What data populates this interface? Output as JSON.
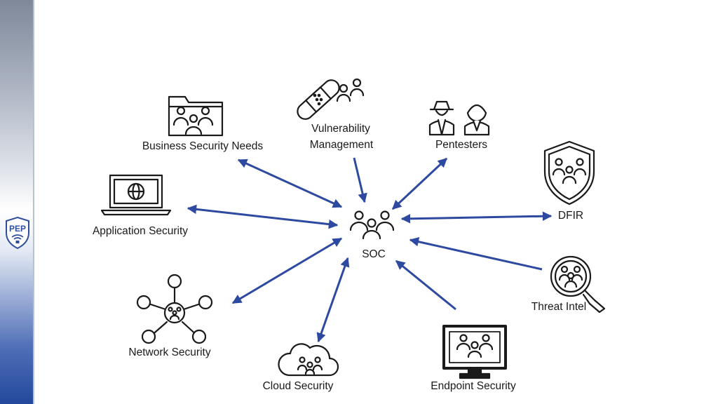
{
  "logo": {
    "text": "PEP"
  },
  "center": {
    "label": "SOC"
  },
  "nodes": [
    {
      "id": "business",
      "label": "Business Security Needs",
      "icon": "folder-people-icon"
    },
    {
      "id": "vuln",
      "label_line1": "Vulnerability",
      "label_line2": "Management",
      "icon": "bandage-people-icon"
    },
    {
      "id": "pentest",
      "label": "Pentesters",
      "icon": "spy-agents-icon"
    },
    {
      "id": "dfir",
      "label": "DFIR",
      "icon": "shield-people-icon"
    },
    {
      "id": "appsec",
      "label": "Application Security",
      "icon": "laptop-globe-icon"
    },
    {
      "id": "threat",
      "label": "Threat Intel",
      "icon": "magnifier-people-icon"
    },
    {
      "id": "network",
      "label": "Network Security",
      "icon": "network-hub-icon"
    },
    {
      "id": "cloud",
      "label": "Cloud Security",
      "icon": "cloud-people-icon"
    },
    {
      "id": "endpoint",
      "label": "Endpoint Security",
      "icon": "monitor-people-icon"
    }
  ],
  "colors": {
    "arrow": "#2e4aa0",
    "icon_stroke": "#1a1a1a",
    "brand": "#23479c"
  }
}
